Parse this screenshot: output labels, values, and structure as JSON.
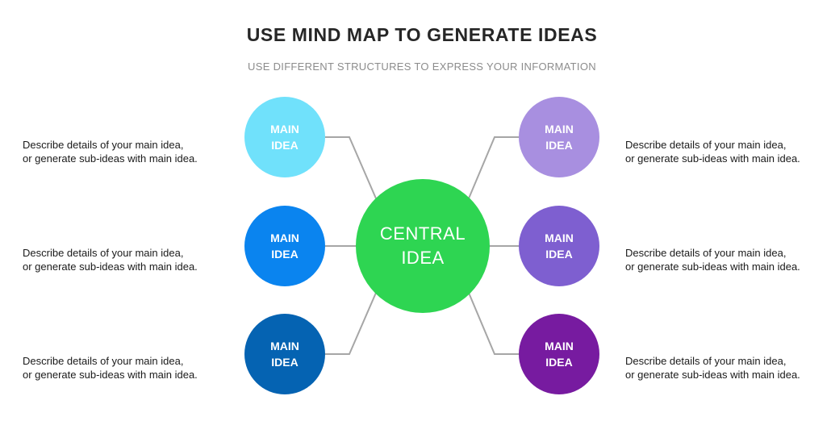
{
  "header": {
    "title": "USE MIND MAP TO GENERATE IDEAS",
    "subtitle": "USE DIFFERENT STRUCTURES TO EXPRESS YOUR INFORMATION"
  },
  "central": {
    "line1": "CENTRAL",
    "line2": "IDEA",
    "color": "#2ed552"
  },
  "connector_color": "#a6a6a6",
  "left_nodes": [
    {
      "line1": "MAIN",
      "line2": "IDEA",
      "color": "#70e1fb",
      "desc_line1": "Describe details of your main idea,",
      "desc_line2": "or generate sub-ideas with main idea."
    },
    {
      "line1": "MAIN",
      "line2": "IDEA",
      "color": "#0a84ef",
      "desc_line1": "Describe details of your main idea,",
      "desc_line2": "or generate sub-ideas with main idea."
    },
    {
      "line1": "MAIN",
      "line2": "IDEA",
      "color": "#0563b2",
      "desc_line1": "Describe details of your main idea,",
      "desc_line2": "or generate sub-ideas with main idea."
    }
  ],
  "right_nodes": [
    {
      "line1": "MAIN",
      "line2": "IDEA",
      "color": "#a88fe0",
      "desc_line1": "Describe details of your main idea,",
      "desc_line2": "or generate sub-ideas with main idea."
    },
    {
      "line1": "MAIN",
      "line2": "IDEA",
      "color": "#7e5fd0",
      "desc_line1": "Describe details of your main idea,",
      "desc_line2": "or generate sub-ideas with main idea."
    },
    {
      "line1": "MAIN",
      "line2": "IDEA",
      "color": "#771ba0",
      "desc_line1": "Describe details of your main idea,",
      "desc_line2": "or generate sub-ideas with main idea."
    }
  ]
}
